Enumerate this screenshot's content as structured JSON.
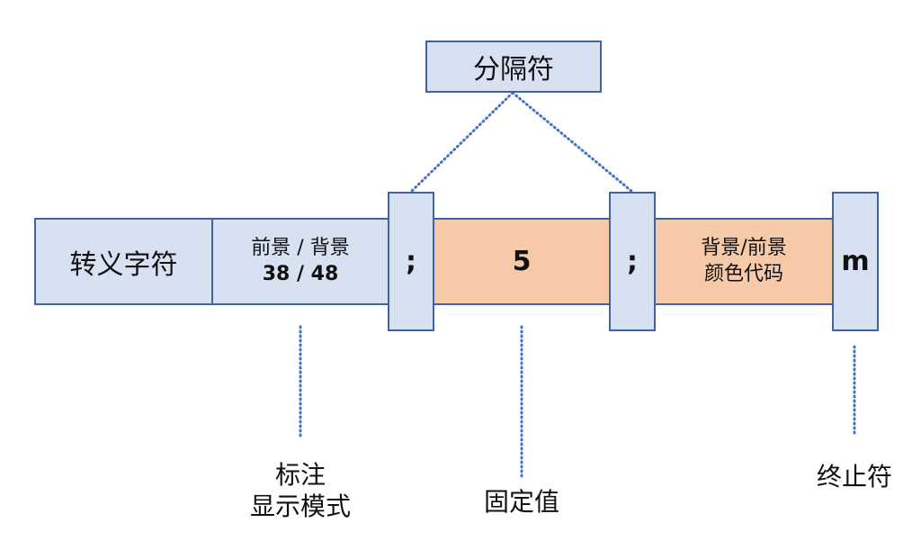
{
  "title_box": {
    "label": "分隔符"
  },
  "segments": {
    "escape": {
      "label": "转义字符"
    },
    "mode": {
      "line1": "前景 / 背景",
      "line2": "38 / 48"
    },
    "sep1": {
      "label": ";"
    },
    "fixed": {
      "label": "5"
    },
    "sep2": {
      "label": ";"
    },
    "color": {
      "line1": "背景/前景",
      "line2": "颜色代码"
    },
    "terminator": {
      "label": "m"
    }
  },
  "annotations": {
    "mode": {
      "line1": "标注",
      "line2": "显示模式"
    },
    "fixed": {
      "label": "固定值"
    },
    "terminator": {
      "label": "终止符"
    }
  },
  "colors": {
    "blue_fill": "#d8e1f2",
    "peach_fill": "#f6c9a9",
    "border": "#3f62a6",
    "dotted_line": "#4472c4"
  }
}
